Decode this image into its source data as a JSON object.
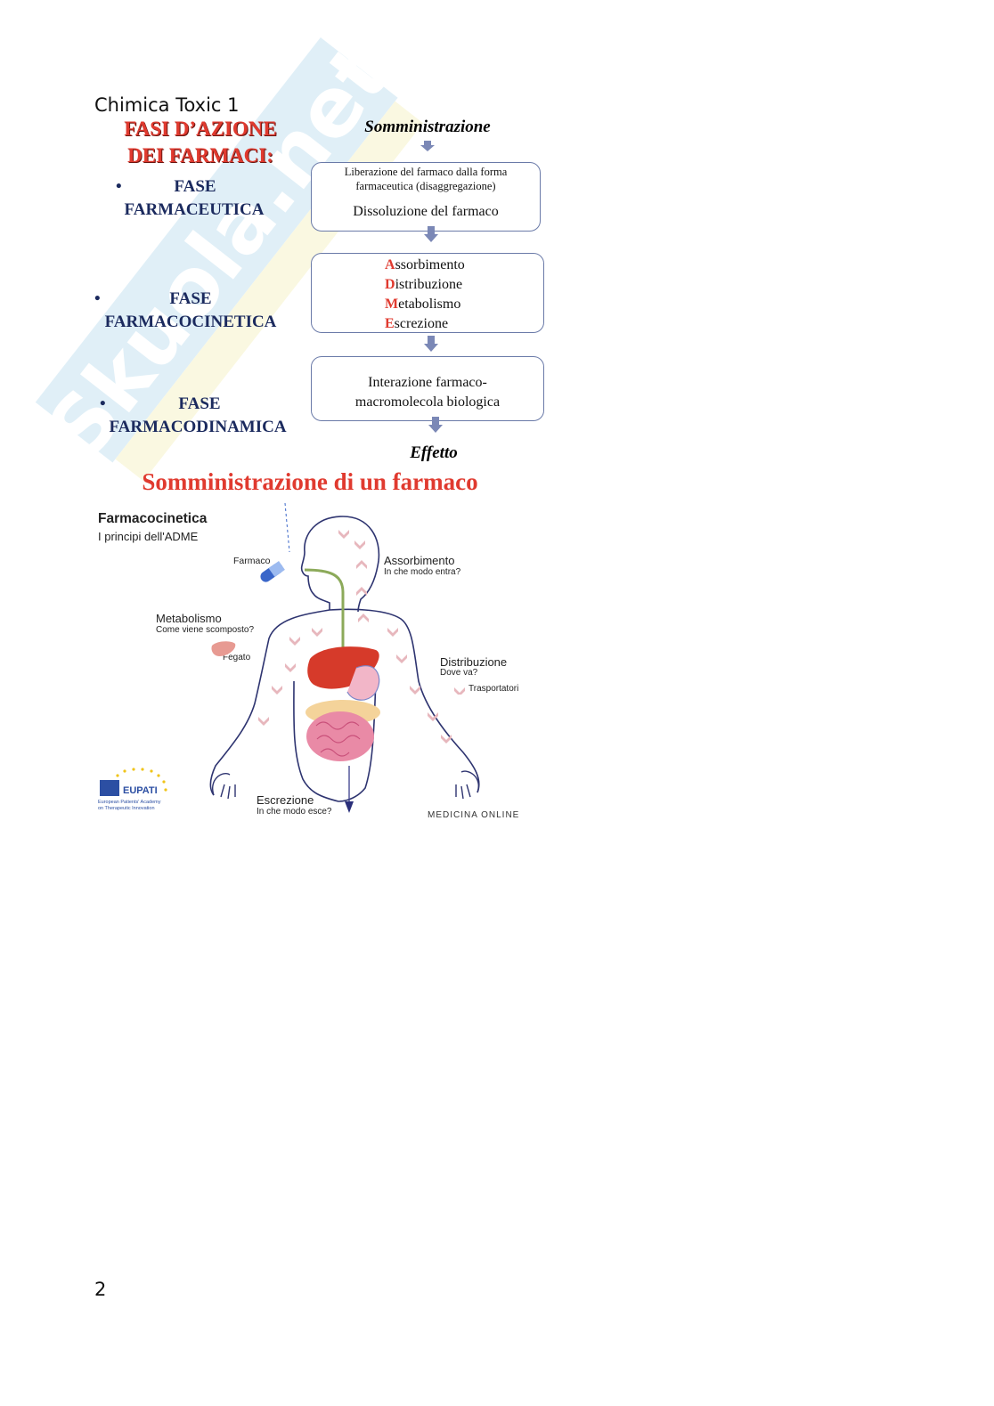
{
  "header": "Chimica Toxic 1",
  "page_number": "2",
  "watermark": "Skuola.net",
  "slide1": {
    "title_line1": "FASI D’AZIONE",
    "title_line2": "DEI FARMACI:",
    "phases": [
      {
        "bullet": "•",
        "line1": "FASE",
        "line2": "FARMACEUTICA"
      },
      {
        "bullet": "•",
        "line1": "FASE",
        "line2": "FARMACOCINETICA"
      },
      {
        "bullet": "•",
        "line1": "FASE",
        "line2": "FARMACODINAMICA"
      }
    ],
    "start_label": "Somministrazione",
    "box1_line1": "Liberazione del farmaco dalla forma",
    "box1_line2": "farmaceutica (disaggregazione)",
    "box1_line3": "Dissoluzione del farmaco",
    "box2_items": [
      {
        "initial": "A",
        "rest": "ssorbimento"
      },
      {
        "initial": "D",
        "rest": "istribuzione"
      },
      {
        "initial": "M",
        "rest": "etabolismo"
      },
      {
        "initial": "E",
        "rest": "screzione"
      }
    ],
    "box3_line1": "Interazione farmaco-",
    "box3_line2": "macromolecola biologica",
    "end_label": "Effetto"
  },
  "slide2": {
    "title": "Somministrazione di un farmaco",
    "heading": "Farmacocinetica",
    "subheading": "I principi dell'ADME",
    "farmaco": "Farmaco",
    "assorbimento_title": "Assorbimento",
    "assorbimento_q": "In che modo entra?",
    "metabolismo_title": "Metabolismo",
    "metabolismo_q": "Come viene scomposto?",
    "fegato": "Fegato",
    "distribuzione_title": "Distribuzione",
    "distribuzione_q": "Dove va?",
    "trasportatori": "Trasportatori",
    "escrezione_title": "Escrezione",
    "escrezione_q": "In che modo esce?",
    "logo_text": "EUPATI",
    "logo_sub1": "European Patients' Academy",
    "logo_sub2": "on Therapeutic Innovation",
    "credit": "MEDICINA ONLINE"
  },
  "colors": {
    "red": "#e03a2f",
    "navy": "#1b2a5e",
    "box_border": "#6a7aa8",
    "arrow": "#7b88b6"
  }
}
